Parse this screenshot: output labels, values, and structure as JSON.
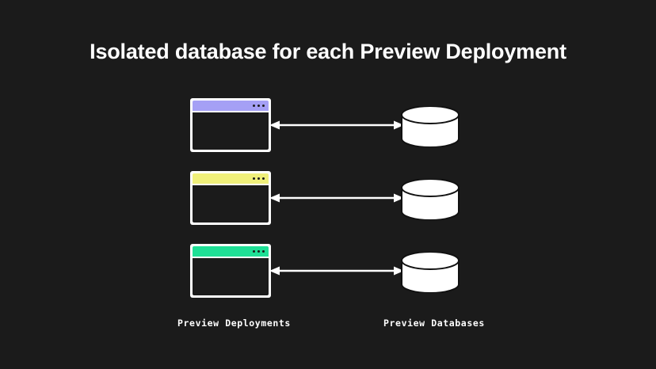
{
  "slide": {
    "title": "Isolated database for each Preview Deployment",
    "background_color": "#1b1b1b",
    "text_color": "#ffffff"
  },
  "diagram": {
    "rows": [
      {
        "window": {
          "name": "preview-deployment-window-1",
          "titlebar_color": "#a5a0f5",
          "body_color": "#1b1b1b",
          "frame_color": "#ffffff",
          "dot_count": 3
        },
        "arrow": {
          "name": "bidirectional-arrow-1",
          "direction": "both",
          "color": "#ffffff"
        },
        "database": {
          "name": "preview-database-1",
          "fill_color": "#ffffff",
          "stroke_color": "#111111"
        }
      },
      {
        "window": {
          "name": "preview-deployment-window-2",
          "titlebar_color": "#f0f07a",
          "body_color": "#1b1b1b",
          "frame_color": "#ffffff",
          "dot_count": 3
        },
        "arrow": {
          "name": "bidirectional-arrow-2",
          "direction": "both",
          "color": "#ffffff"
        },
        "database": {
          "name": "preview-database-2",
          "fill_color": "#ffffff",
          "stroke_color": "#111111"
        }
      },
      {
        "window": {
          "name": "preview-deployment-window-3",
          "titlebar_color": "#1fe096",
          "body_color": "#1b1b1b",
          "frame_color": "#ffffff",
          "dot_count": 3
        },
        "arrow": {
          "name": "bidirectional-arrow-3",
          "direction": "both",
          "color": "#ffffff"
        },
        "database": {
          "name": "preview-database-3",
          "fill_color": "#ffffff",
          "stroke_color": "#111111"
        }
      }
    ],
    "captions": {
      "left": "Preview Deployments",
      "right": "Preview Databases"
    }
  }
}
